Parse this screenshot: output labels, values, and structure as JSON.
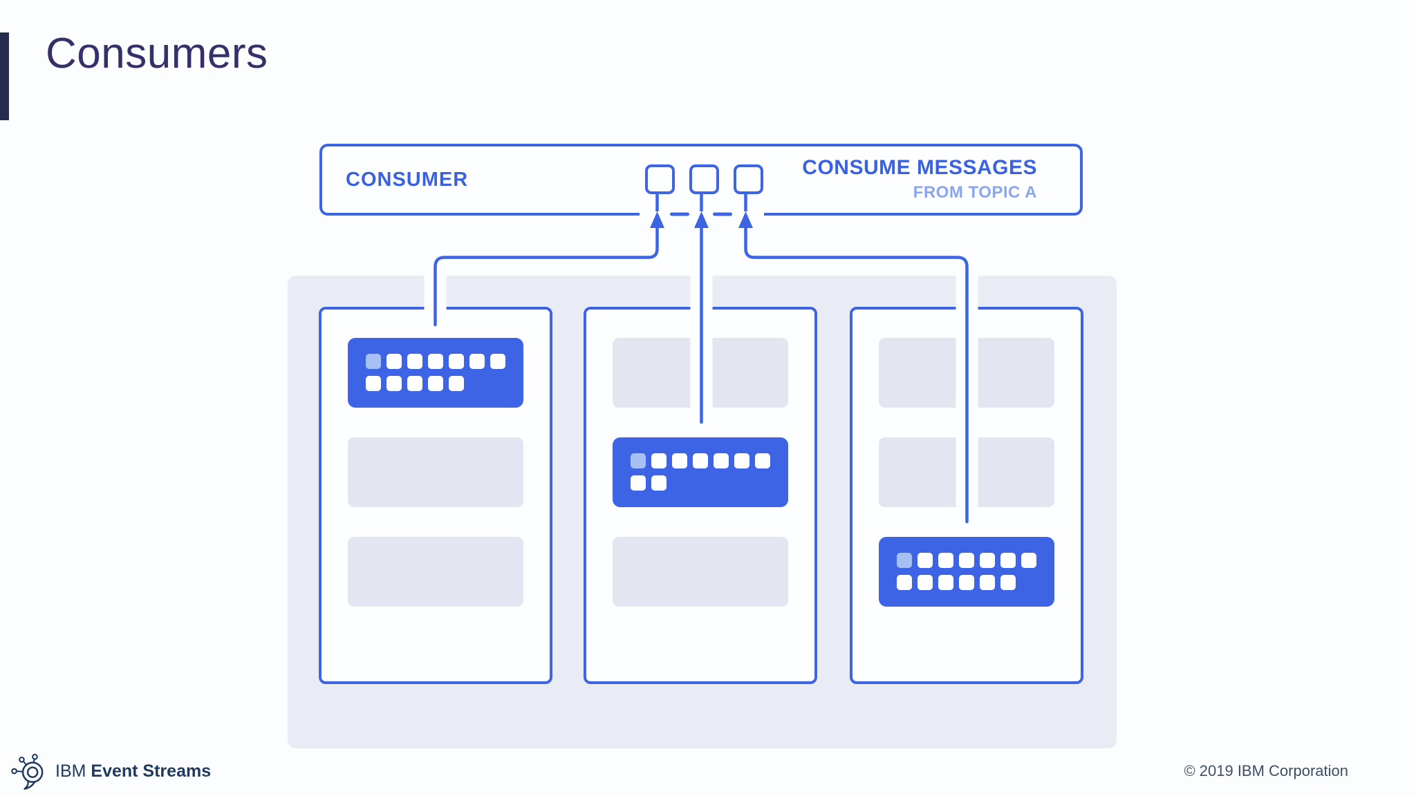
{
  "slide": {
    "title": "Consumers",
    "footer": {
      "brand_prefix": "IBM",
      "brand_name": "Event Streams",
      "copyright": "© 2019 IBM Corporation"
    }
  },
  "diagram": {
    "consumer_label": "CONSUMER",
    "action_label": "CONSUME MESSAGES",
    "action_sublabel": "FROM TOPIC A",
    "consumer_square_count": 3,
    "partitions": [
      {
        "name": "partition-1",
        "slots": [
          {
            "type": "messages",
            "rows": [
              7,
              5
            ],
            "first_square": "light"
          },
          {
            "type": "empty"
          },
          {
            "type": "empty"
          }
        ]
      },
      {
        "name": "partition-2",
        "slots": [
          {
            "type": "empty"
          },
          {
            "type": "messages",
            "rows": [
              7,
              2
            ],
            "first_square": "light"
          },
          {
            "type": "empty"
          }
        ]
      },
      {
        "name": "partition-3",
        "slots": [
          {
            "type": "empty"
          },
          {
            "type": "empty"
          },
          {
            "type": "messages",
            "rows": [
              7,
              6
            ],
            "first_square": "light"
          }
        ]
      }
    ],
    "colors": {
      "blue": "#3d65e3",
      "blue_fill": "#3d64e4",
      "blue_text": "#3a62e0",
      "blue_light_text": "#8ba6ee",
      "light_square": "#a6c0f4",
      "lavender": "#e9ebf5",
      "slot": "#e3e5f1",
      "box_bg": "#fdfeff",
      "paper": "#fcfdfe",
      "ink_title": "#353069",
      "ink_bar": "#272c4f",
      "ink_navy": "#1e3a5e",
      "ink_copy": "#3f4d63"
    }
  }
}
